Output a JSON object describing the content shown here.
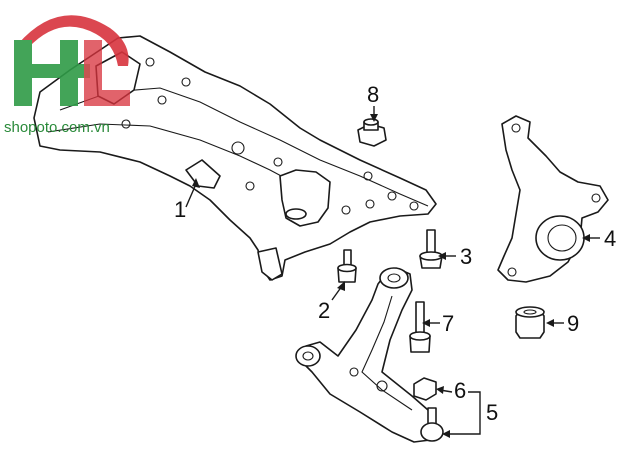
{
  "watermark": {
    "logo_letters": "HL",
    "site": "shopoto.com.vn",
    "colors": {
      "red": "#d8343e",
      "green": "#2f9b47"
    }
  },
  "callouts": [
    {
      "id": "c1",
      "label": "1",
      "part": "crossmember"
    },
    {
      "id": "c2",
      "label": "2",
      "part": "bolt"
    },
    {
      "id": "c3",
      "label": "3",
      "part": "bolt"
    },
    {
      "id": "c4",
      "label": "4",
      "part": "steering-knuckle"
    },
    {
      "id": "c5",
      "label": "5",
      "part": "ball-joint-assembly"
    },
    {
      "id": "c6",
      "label": "6",
      "part": "nut"
    },
    {
      "id": "c7",
      "label": "7",
      "part": "bolt"
    },
    {
      "id": "c8",
      "label": "8",
      "part": "nut"
    },
    {
      "id": "c9",
      "label": "9",
      "part": "bushing"
    }
  ]
}
